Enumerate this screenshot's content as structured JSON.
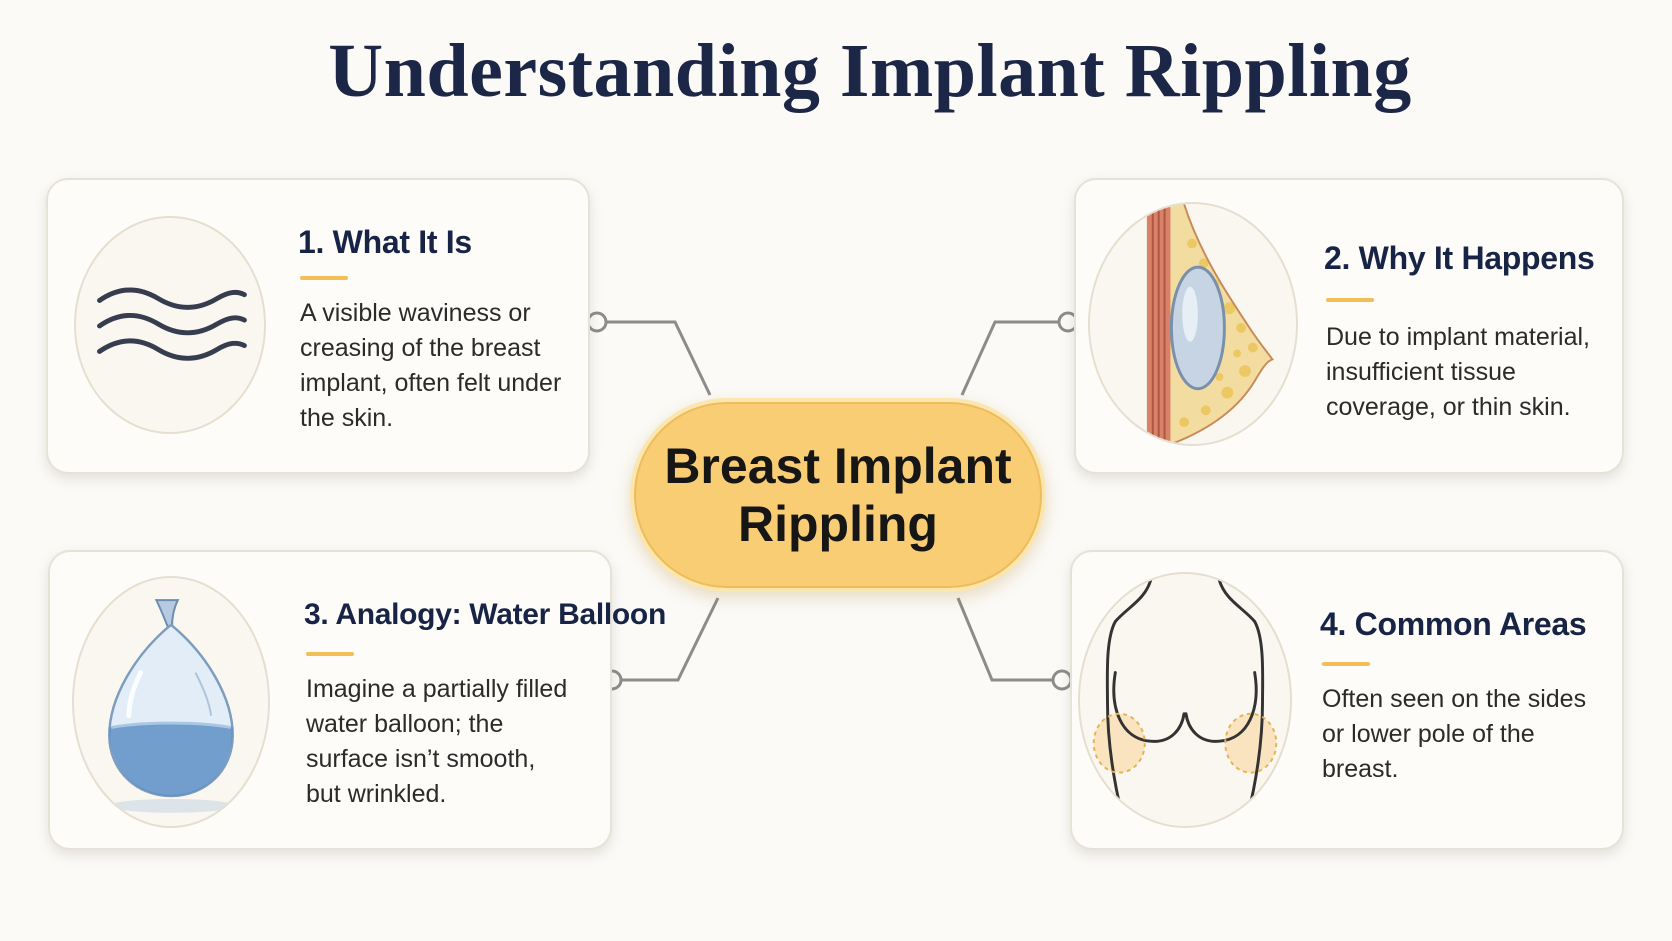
{
  "title": "Understanding Implant Rippling",
  "center": {
    "label": "Breast Implant Rippling"
  },
  "cards": [
    {
      "title": "1. What It Is",
      "description": "A visible waviness or creasing of the breast implant, often felt under the skin.",
      "icon": "wavy-lines-icon"
    },
    {
      "title": "2. Why It Happens",
      "description": "Due to implant material, insufficient tissue coverage, or thin skin.",
      "icon": "breast-cross-section-icon"
    },
    {
      "title": "3. Analogy: Water Balloon",
      "description": "Imagine a partially filled water balloon; the surface isn’t smooth, but wrinkled.",
      "icon": "water-balloon-icon"
    },
    {
      "title": "4. Common Areas",
      "description": "Often seen on the sides or lower pole of the breast.",
      "icon": "torso-outline-icon"
    }
  ],
  "colors": {
    "title": "#1c2747",
    "center_fill": "#f8cd74",
    "accent_underline": "#f3be55",
    "connector": "#8c8c8c",
    "card_background": "#fdfcf8"
  }
}
